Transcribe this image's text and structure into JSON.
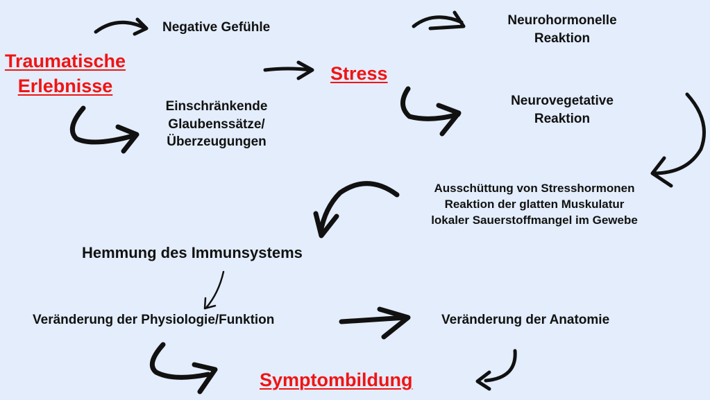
{
  "title": "Stress und Symptombildung",
  "colors": {
    "background": "#e3edfb",
    "accent_red": "#f01414",
    "text": "#111111"
  },
  "nodes": {
    "trauma": {
      "lines": [
        "Traumatische ",
        "Erlebnisse"
      ]
    },
    "negative_feelings": {
      "lines": [
        "Negative Gefühle"
      ]
    },
    "beliefs": {
      "lines": [
        "Einschränkende",
        "Glaubenssätze/",
        "Überzeugungen"
      ]
    },
    "stress": {
      "lines": [
        "Stress"
      ]
    },
    "neurohormonal": {
      "lines": [
        "Neurohormonelle",
        "Reaktion"
      ]
    },
    "neurovegetative": {
      "lines": [
        "Neurovegetative",
        "Reaktion"
      ]
    },
    "effects": {
      "lines": [
        "Ausschüttung von Stresshormonen",
        "Reaktion der glatten Muskulatur",
        "lokaler Sauerstoffmangel im Gewebe"
      ]
    },
    "immune": {
      "lines": [
        "Hemmung des Immunsystems"
      ]
    },
    "physiology": {
      "lines": [
        "Veränderung der Physiologie/Funktion"
      ]
    },
    "anatomy": {
      "lines": [
        "Veränderung der Anatomie"
      ]
    },
    "symptom": {
      "lines": [
        "Symptombildung"
      ]
    }
  },
  "arrows": [
    {
      "from": "trauma",
      "to": "negative_feelings",
      "icon": "curved-arrow-right-icon"
    },
    {
      "from": "trauma",
      "to": "beliefs",
      "icon": "curved-arrow-down-right-icon"
    },
    {
      "from": "beliefs",
      "to": "stress",
      "icon": "straight-arrow-right-icon"
    },
    {
      "from": "stress",
      "to": "neurohormonal",
      "icon": "curved-arrow-right-icon"
    },
    {
      "from": "stress",
      "to": "neurovegetative",
      "icon": "curved-arrow-down-right-icon"
    },
    {
      "from": "neurovegetative",
      "to": "effects",
      "icon": "curved-arrow-down-left-icon"
    },
    {
      "from": "effects",
      "to": "immune",
      "icon": "curved-arrow-down-left-icon"
    },
    {
      "from": "immune",
      "to": "physiology",
      "icon": "thin-arrow-down-left-icon"
    },
    {
      "from": "physiology",
      "to": "anatomy",
      "icon": "straight-arrow-right-icon"
    },
    {
      "from": "physiology",
      "to": "symptom",
      "icon": "curved-arrow-down-right-icon"
    },
    {
      "from": "anatomy",
      "to": "symptom",
      "icon": "curved-arrow-down-left-icon"
    }
  ]
}
